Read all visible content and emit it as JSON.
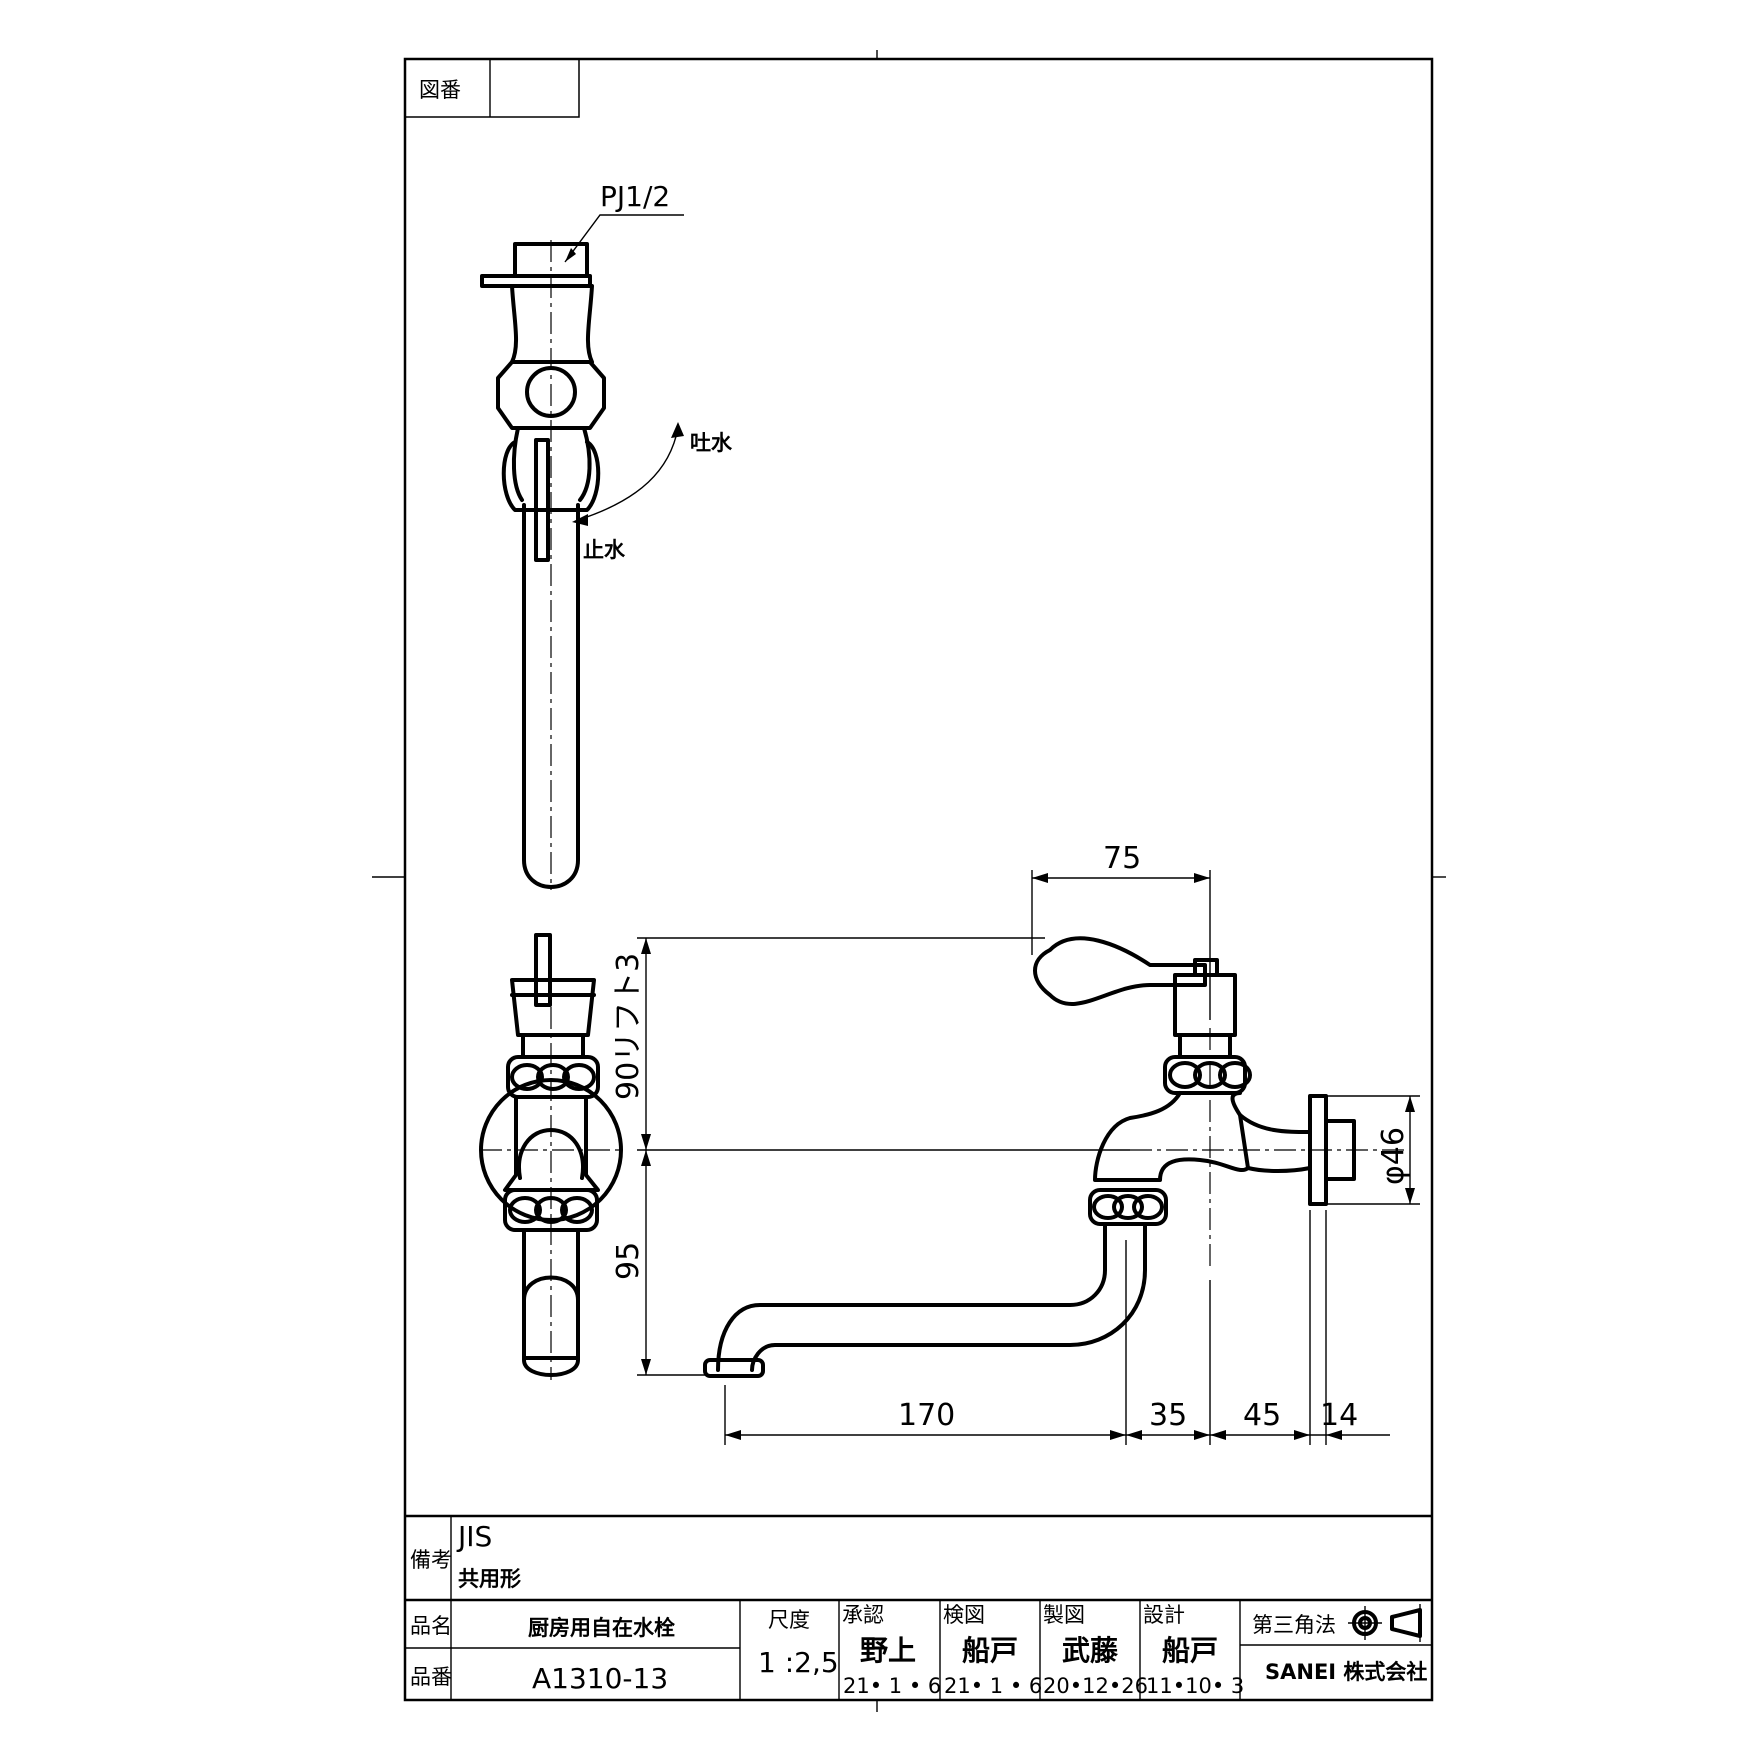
{
  "drawing_number_label": "図番",
  "drawing_number_value": "",
  "annotations": {
    "thread": "PJ1/2",
    "open": "吐水",
    "close": "止水"
  },
  "dimensions": {
    "handle_width": "75",
    "lift_height": "90リフト3",
    "spout_height": "95",
    "spout_length": "170",
    "body_offset": "35",
    "body_to_flange": "45",
    "flange_thickness": "14",
    "flange_diameter": "φ46"
  },
  "title_block": {
    "remarks_label": "備考",
    "remarks_line1": "JIS",
    "remarks_line2": "共用形",
    "name_label": "品名",
    "name_value": "厨房用自在水栓",
    "number_label": "品番",
    "number_value": "A1310-13",
    "scale_label": "尺度",
    "scale_value": "1 :2,5",
    "approved_label": "承認",
    "approved_name": "野上",
    "approved_date": "21• 1 • 6",
    "checked_label": "検図",
    "checked_name": "船戸",
    "checked_date": "21• 1 • 6",
    "drafted_label": "製図",
    "drafted_name": "武藤",
    "drafted_date": "20•12•26",
    "designed_label": "設計",
    "designed_name": "船戸",
    "designed_date": "11•10• 3",
    "projection_label": "第三角法",
    "company": "SANEI 株式会社"
  },
  "colors": {
    "line": "#000000",
    "paper": "#ffffff"
  }
}
